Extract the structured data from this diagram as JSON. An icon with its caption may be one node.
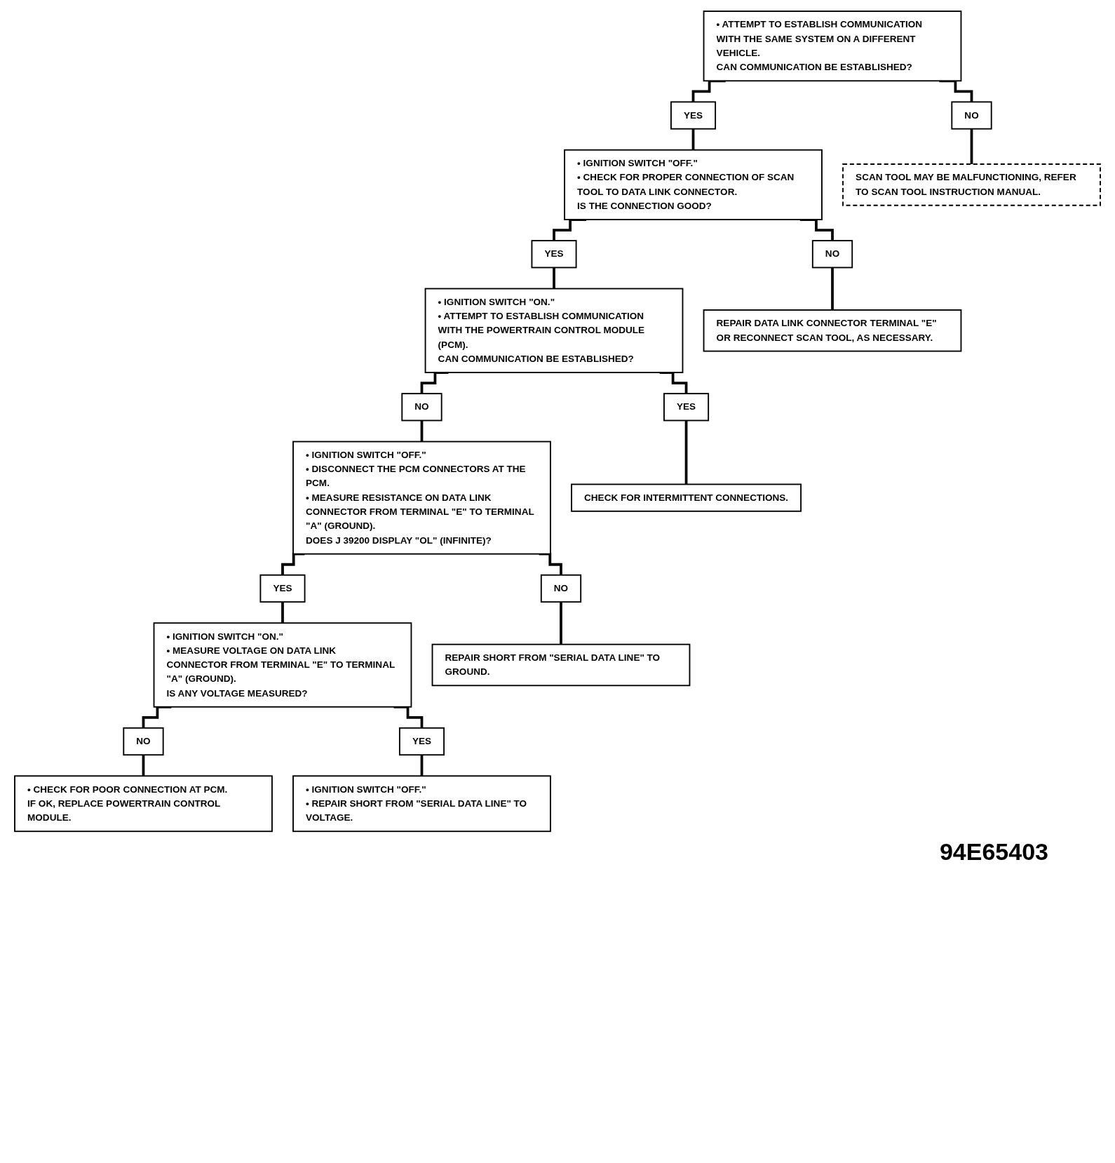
{
  "diagram": {
    "nodes": [
      {
        "text": [
          "• ATTEMPT TO ESTABLISH COMMUNICATION WITH THE SAME SYSTEM ON A DIFFERENT VEHICLE.",
          "CAN COMMUNICATION BE ESTABLISHED?"
        ]
      },
      {
        "text": [
          "YES"
        ]
      },
      {
        "text": [
          "NO"
        ]
      },
      {
        "text": [
          "• IGNITION SWITCH \"OFF.\"",
          "• CHECK FOR PROPER CONNECTION OF SCAN TOOL TO DATA LINK CONNECTOR.",
          "IS THE CONNECTION GOOD?"
        ]
      },
      {
        "text": [
          "SCAN TOOL MAY BE MALFUNCTIONING, REFER TO SCAN TOOL INSTRUCTION MANUAL."
        ]
      },
      {
        "text": [
          "YES"
        ]
      },
      {
        "text": [
          "NO"
        ]
      },
      {
        "text": [
          "• IGNITION SWITCH \"ON.\"",
          "• ATTEMPT TO ESTABLISH COMMUNICATION WITH THE POWERTRAIN CONTROL MODULE (PCM).",
          "CAN COMMUNICATION BE ESTABLISHED?"
        ]
      },
      {
        "text": [
          "REPAIR DATA LINK CONNECTOR TERMINAL \"E\" OR RECONNECT SCAN TOOL, AS NECESSARY."
        ]
      },
      {
        "text": [
          "NO"
        ]
      },
      {
        "text": [
          "YES"
        ]
      },
      {
        "text": [
          "• IGNITION SWITCH \"OFF.\"",
          "• DISCONNECT THE PCM CONNECTORS AT THE PCM.",
          "• MEASURE RESISTANCE ON DATA LINK CONNECTOR FROM TERMINAL \"E\" TO TERMINAL \"A\" (GROUND).",
          "DOES J 39200 DISPLAY \"OL\" (INFINITE)?"
        ]
      },
      {
        "text": [
          "CHECK FOR INTERMITTENT CONNECTIONS."
        ]
      },
      {
        "text": [
          "YES"
        ]
      },
      {
        "text": [
          "NO"
        ]
      },
      {
        "text": [
          "• IGNITION SWITCH \"ON.\"",
          "• MEASURE VOLTAGE ON DATA LINK CONNECTOR FROM TERMINAL \"E\" TO TERMINAL \"A\" (GROUND).",
          "IS ANY VOLTAGE MEASURED?"
        ]
      },
      {
        "text": [
          "REPAIR SHORT FROM \"SERIAL DATA LINE\" TO GROUND."
        ]
      },
      {
        "text": [
          "NO"
        ]
      },
      {
        "text": [
          "YES"
        ]
      },
      {
        "text": [
          "• CHECK FOR POOR CONNECTION AT PCM.",
          "IF OK, REPLACE POWERTRAIN CONTROL MODULE."
        ]
      },
      {
        "text": [
          "• IGNITION SWITCH \"OFF.\"",
          "• REPAIR SHORT FROM \"SERIAL DATA LINE\" TO VOLTAGE."
        ]
      }
    ],
    "edges": [
      {
        "from": 0,
        "to": 1,
        "arrow": "none"
      },
      {
        "from": 0,
        "to": 2,
        "arrow": "none"
      },
      {
        "from": 1,
        "to": 3,
        "arrow": "none"
      },
      {
        "from": 2,
        "to": 4,
        "arrow": "none"
      },
      {
        "from": 3,
        "to": 5,
        "arrow": "none"
      },
      {
        "from": 3,
        "to": 6,
        "arrow": "none"
      },
      {
        "from": 5,
        "to": 7,
        "arrow": "none"
      },
      {
        "from": 6,
        "to": 8,
        "arrow": "none"
      },
      {
        "from": 7,
        "to": 9,
        "arrow": "none"
      },
      {
        "from": 7,
        "to": 10,
        "arrow": "none"
      },
      {
        "from": 9,
        "to": 11,
        "arrow": "none"
      },
      {
        "from": 10,
        "to": 12,
        "arrow": "none"
      },
      {
        "from": 11,
        "to": 13,
        "arrow": "none"
      },
      {
        "from": 11,
        "to": 14,
        "arrow": "none"
      },
      {
        "from": 13,
        "to": 15,
        "arrow": "none"
      },
      {
        "from": 14,
        "to": 16,
        "arrow": "none"
      },
      {
        "from": 15,
        "to": 17,
        "arrow": "none"
      },
      {
        "from": 15,
        "to": 18,
        "arrow": "none"
      },
      {
        "from": 17,
        "to": 19,
        "arrow": "none"
      },
      {
        "from": 18,
        "to": 20,
        "arrow": "none"
      }
    ],
    "labels": [
      "94E65403"
    ]
  }
}
